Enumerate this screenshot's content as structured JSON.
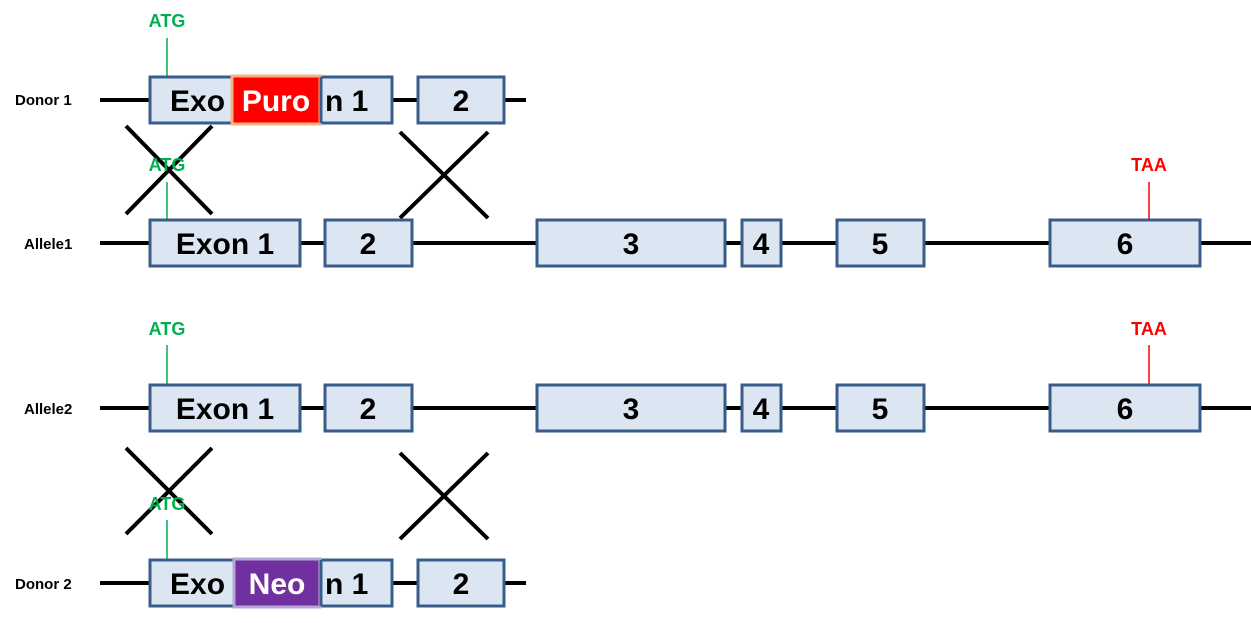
{
  "colors": {
    "exon_fill": "#dce6f2",
    "exon_stroke": "#385d8a",
    "line": "#000000",
    "atg": "#00b050",
    "taa": "#ff0000",
    "puro_fill": "#ff0000",
    "puro_stroke": "#f4b183",
    "neo_fill": "#7030a0",
    "neo_stroke": "#b4a7d6"
  },
  "codons": {
    "start": "ATG",
    "stop": "TAA"
  },
  "rows": {
    "donor1": {
      "label": "Donor 1",
      "exon1_left": "Exo",
      "exon1_right": "n 1",
      "marker": "Puro",
      "exon2": "2"
    },
    "allele1": {
      "label": "Allele1",
      "exons": [
        "Exon 1",
        "2",
        "3",
        "4",
        "5",
        "6"
      ]
    },
    "allele2": {
      "label": "Allele2",
      "exons": [
        "Exon 1",
        "2",
        "3",
        "4",
        "5",
        "6"
      ]
    },
    "donor2": {
      "label": "Donor 2",
      "exon1_left": "Exo",
      "exon1_right": "n 1",
      "marker": "Neo",
      "exon2": "2"
    }
  }
}
